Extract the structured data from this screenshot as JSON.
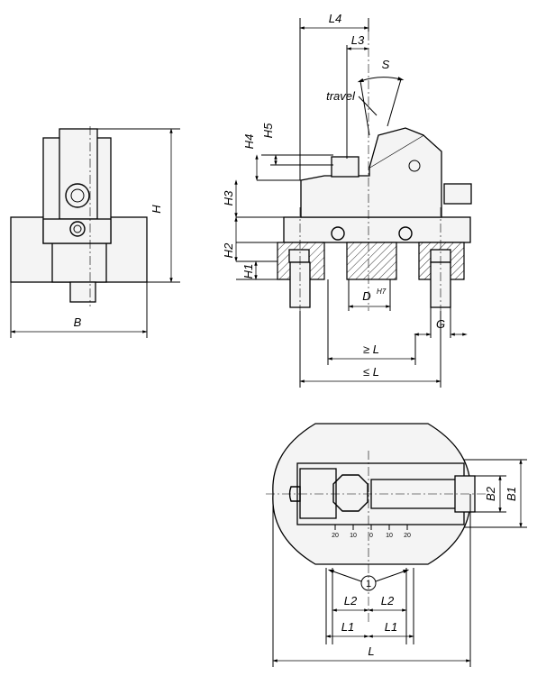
{
  "labels": {
    "L4": "L4",
    "L3": "L3",
    "S": "S",
    "travel": "travel",
    "H4": "H4",
    "H5": "H5",
    "H3": "H3",
    "H2": "H2",
    "H1": "H1",
    "H": "H",
    "B": "B",
    "D": "D",
    "H7": "H7",
    "G": "G",
    "geL": "≥ L",
    "leL": "≤ L",
    "B1": "B1",
    "B2": "B2",
    "L2a": "L2",
    "L2b": "L2",
    "L1a": "L1",
    "L1b": "L1",
    "L": "L",
    "callout": "1"
  },
  "scale_ticks": [
    "20",
    "10",
    "0",
    "10",
    "20"
  ]
}
